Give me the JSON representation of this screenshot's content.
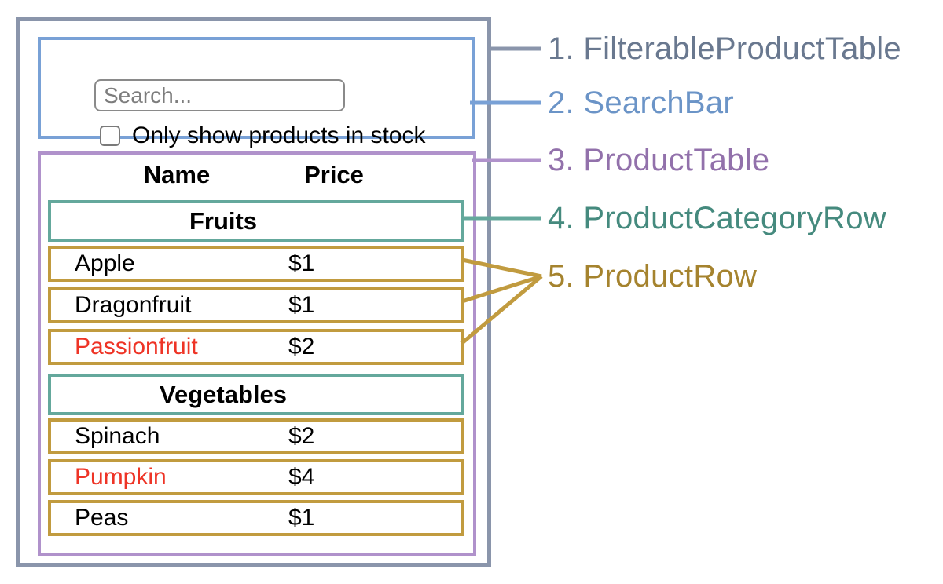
{
  "search_bar": {
    "search_placeholder": "Search...",
    "checkbox_label": "Only show products in stock",
    "checkbox_checked": false
  },
  "table": {
    "headers": {
      "name": "Name",
      "price": "Price"
    },
    "sections": [
      {
        "category": "Fruits",
        "rows": [
          {
            "name": "Apple",
            "price": "$1"
          },
          {
            "name": "Dragonfruit",
            "price": "$1"
          },
          {
            "name": "Passionfruit",
            "price": "$2"
          }
        ]
      },
      {
        "category": "Vegetables",
        "rows": [
          {
            "name": "Spinach",
            "price": "$2"
          },
          {
            "name": "Pumpkin",
            "price": "$4"
          },
          {
            "name": "Peas",
            "price": "$1"
          }
        ]
      }
    ]
  },
  "legend": {
    "labels": [
      {
        "text": "1. FilterableProductTable",
        "color": "#69788f"
      },
      {
        "text": "2. SearchBar",
        "color": "#6b94c7"
      },
      {
        "text": "3. ProductTable",
        "color": "#9271ab"
      },
      {
        "text": "4. ProductCategoryRow",
        "color": "#458a7e"
      },
      {
        "text": "5. ProductRow",
        "color": "#a5832e"
      }
    ]
  },
  "colors": {
    "filterable_product_table_border": "#8a95ab",
    "search_bar_border": "#79a1d6",
    "product_table_border": "#b092cb",
    "product_category_row_border": "#64a89c",
    "product_row_border": "#c19b3f",
    "out_of_stock_text": "#ee3426",
    "in_stock_text": "#000000"
  }
}
